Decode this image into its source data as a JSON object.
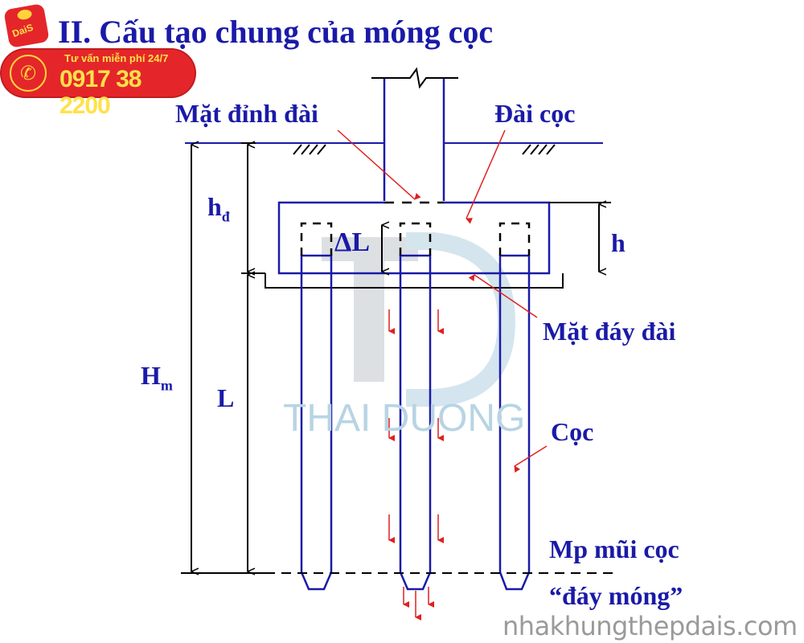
{
  "title": "II. Cấu tạo chung của móng cọc",
  "badge": {
    "brand": "DaiS",
    "line1": "Tư vấn miễn phí 24/7",
    "phone": "0917 38 2200",
    "icon": "phone-icon"
  },
  "labels": {
    "top_face": "Mặt đỉnh đài",
    "pile_cap": "Đài cọc",
    "hd": "h",
    "hd_sub": "đ",
    "h": "h",
    "delta_l": "ΔL",
    "bottom_face": "Mặt đáy đài",
    "hm": "H",
    "hm_sub": "m",
    "l": "L",
    "pile": "Cọc",
    "tip_plane": "Mp mũi cọc",
    "foundation_bottom": "“đáy móng”"
  },
  "watermark": {
    "logo": "TD",
    "name": "THAI DUONG"
  },
  "site": "nhakhungthepdais.com",
  "colors": {
    "structure": "#1a1aa8",
    "arrow": "#e02020",
    "dim": "#000000"
  }
}
